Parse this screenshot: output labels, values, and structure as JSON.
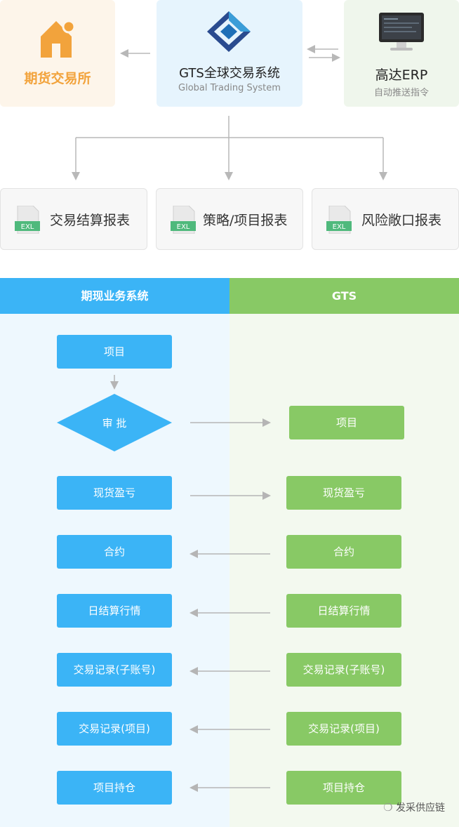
{
  "top": {
    "exchange": {
      "label": "期货交易所"
    },
    "gts": {
      "title": "GTS全球交易系统",
      "subtitle": "Global Trading System"
    },
    "erp": {
      "title": "高达ERP",
      "subtitle": "自动推送指令"
    }
  },
  "reports": [
    {
      "icon_text": "EXL",
      "label": "交易结算报表"
    },
    {
      "icon_text": "EXL",
      "label": "策略/项目报表"
    },
    {
      "icon_text": "EXL",
      "label": "风险敞口报表"
    }
  ],
  "flow": {
    "left_header": "期现业务系统",
    "right_header": "GTS",
    "left_items": [
      "项目",
      "审 批",
      "现货盈亏",
      "合约",
      "日结算行情",
      "交易记录(子账号)",
      "交易记录(项目)",
      "项目持仓"
    ],
    "right_items": [
      "项目",
      "现货盈亏",
      "合约",
      "日结算行情",
      "交易记录(子账号)",
      "交易记录(项目)",
      "项目持仓"
    ]
  },
  "watermark": "发采供应链",
  "colors": {
    "blue": "#3bb4f6",
    "green": "#88c965",
    "orange": "#f2a33c",
    "gts_card_bg": "#e6f4fd",
    "exchange_card_bg": "#fdf5ea",
    "erp_card_bg": "#eff6ec"
  }
}
